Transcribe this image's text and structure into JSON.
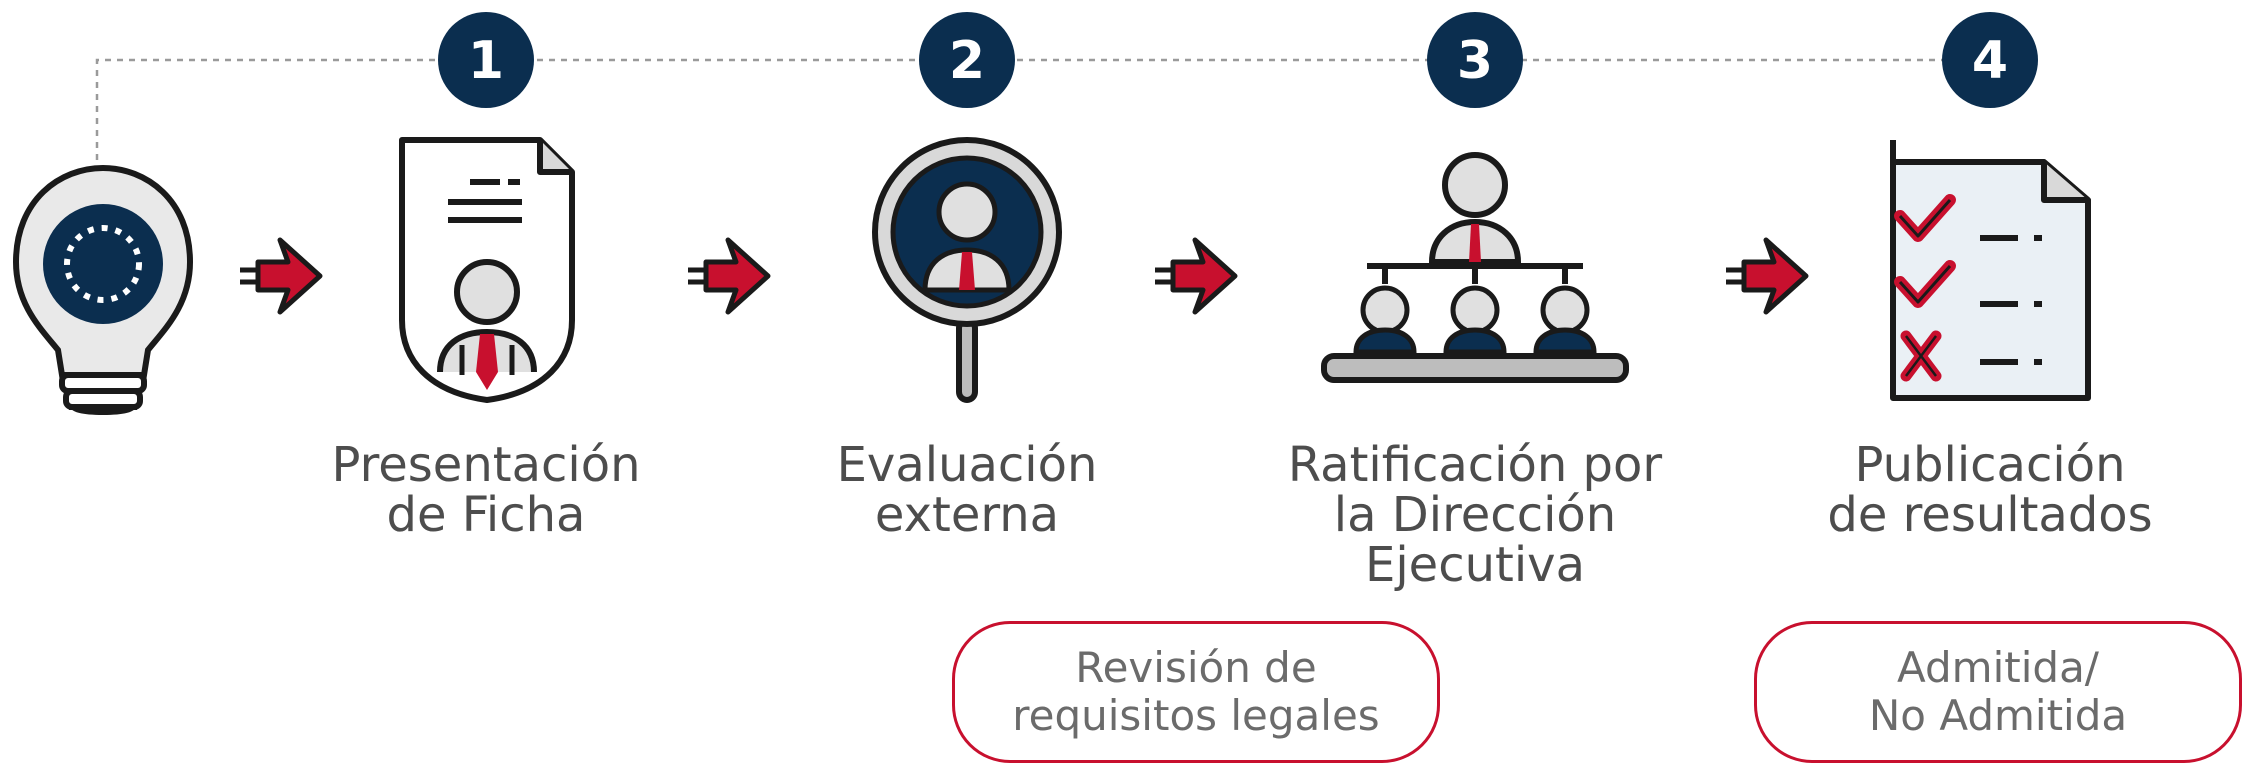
{
  "steps": [
    {
      "number": "1",
      "icon": "document-person-icon",
      "label_lines": [
        "Presentación",
        "de Ficha"
      ]
    },
    {
      "number": "2",
      "icon": "magnifier-person-icon",
      "label_lines": [
        "Evaluación",
        "externa"
      ]
    },
    {
      "number": "3",
      "icon": "org-chart-icon",
      "label_lines": [
        "Ratificación por",
        "la Dirección",
        "Ejecutiva"
      ]
    },
    {
      "number": "4",
      "icon": "checklist-icon",
      "label_lines": [
        "Publicación",
        "de resultados"
      ]
    }
  ],
  "notes": [
    {
      "lines": [
        "Revisión de",
        "requisitos legales"
      ]
    },
    {
      "lines": [
        "Admitida/",
        "No Admitida"
      ]
    }
  ],
  "start_icon": "lightbulb-icon",
  "colors": {
    "navy": "#0b2e4f",
    "red": "#c8102e",
    "gray": "#e0e0e0",
    "dark": "#1a1a1a",
    "text": "#4d4d4d"
  }
}
